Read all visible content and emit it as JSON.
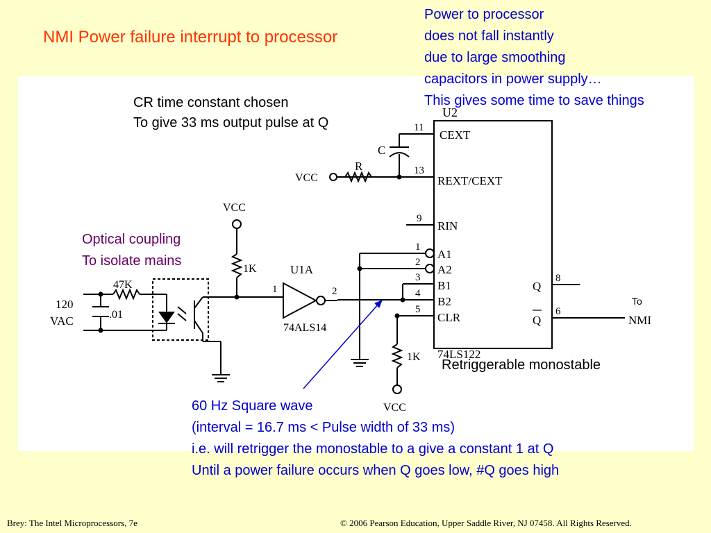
{
  "slide": {
    "title": "NMI Power failure interrupt to processor",
    "power_note": [
      "Power to processor",
      "does not fall instantly",
      "due to large smoothing",
      "capacitors in power supply…",
      "This gives some time to save things"
    ],
    "cr_note": [
      "CR time constant chosen",
      "To give 33 ms output pulse at Q"
    ],
    "optical_note": [
      "Optical coupling",
      "To isolate mains"
    ],
    "mono_note": "Retriggerable monostable",
    "wave_note": [
      "60 Hz Square wave",
      "(interval = 16.7 ms < Pulse width of 33 ms)",
      "i.e. will retrigger the monostable to a give a constant 1 at Q",
      "Until a power failure occurs when Q goes low, #Q goes high"
    ],
    "to_label": "To"
  },
  "schematic": {
    "chip_label": "U2",
    "chip_part": "74LS122",
    "pins": [
      {
        "num": "11",
        "name": "CEXT"
      },
      {
        "num": "13",
        "name": "REXT/CEXT"
      },
      {
        "num": "9",
        "name": "RIN"
      },
      {
        "num": "1",
        "name": "A1"
      },
      {
        "num": "2",
        "name": "A2"
      },
      {
        "num": "3",
        "name": "B1"
      },
      {
        "num": "4",
        "name": "B2"
      },
      {
        "num": "5",
        "name": "CLR"
      },
      {
        "num": "8",
        "name": "Q"
      },
      {
        "num": "6",
        "name": "Q"
      }
    ],
    "cap_label": "C",
    "res_label": "R",
    "vcc": "VCC",
    "inverter_label": "U1A",
    "inverter_part": "74ALS14",
    "inv_pin_in": "1",
    "inv_pin_out": "2",
    "pullup_1k": "1K",
    "input_res": "47K",
    "input_cap": ".01",
    "ac_voltage": "120",
    "ac_unit": "VAC",
    "nmi": "NMI"
  },
  "footer": {
    "left": "Brey: The Intel Microprocessors, 7e",
    "right": "© 2006 Pearson Education, Upper Saddle River, NJ 07458. All Rights Reserved."
  }
}
